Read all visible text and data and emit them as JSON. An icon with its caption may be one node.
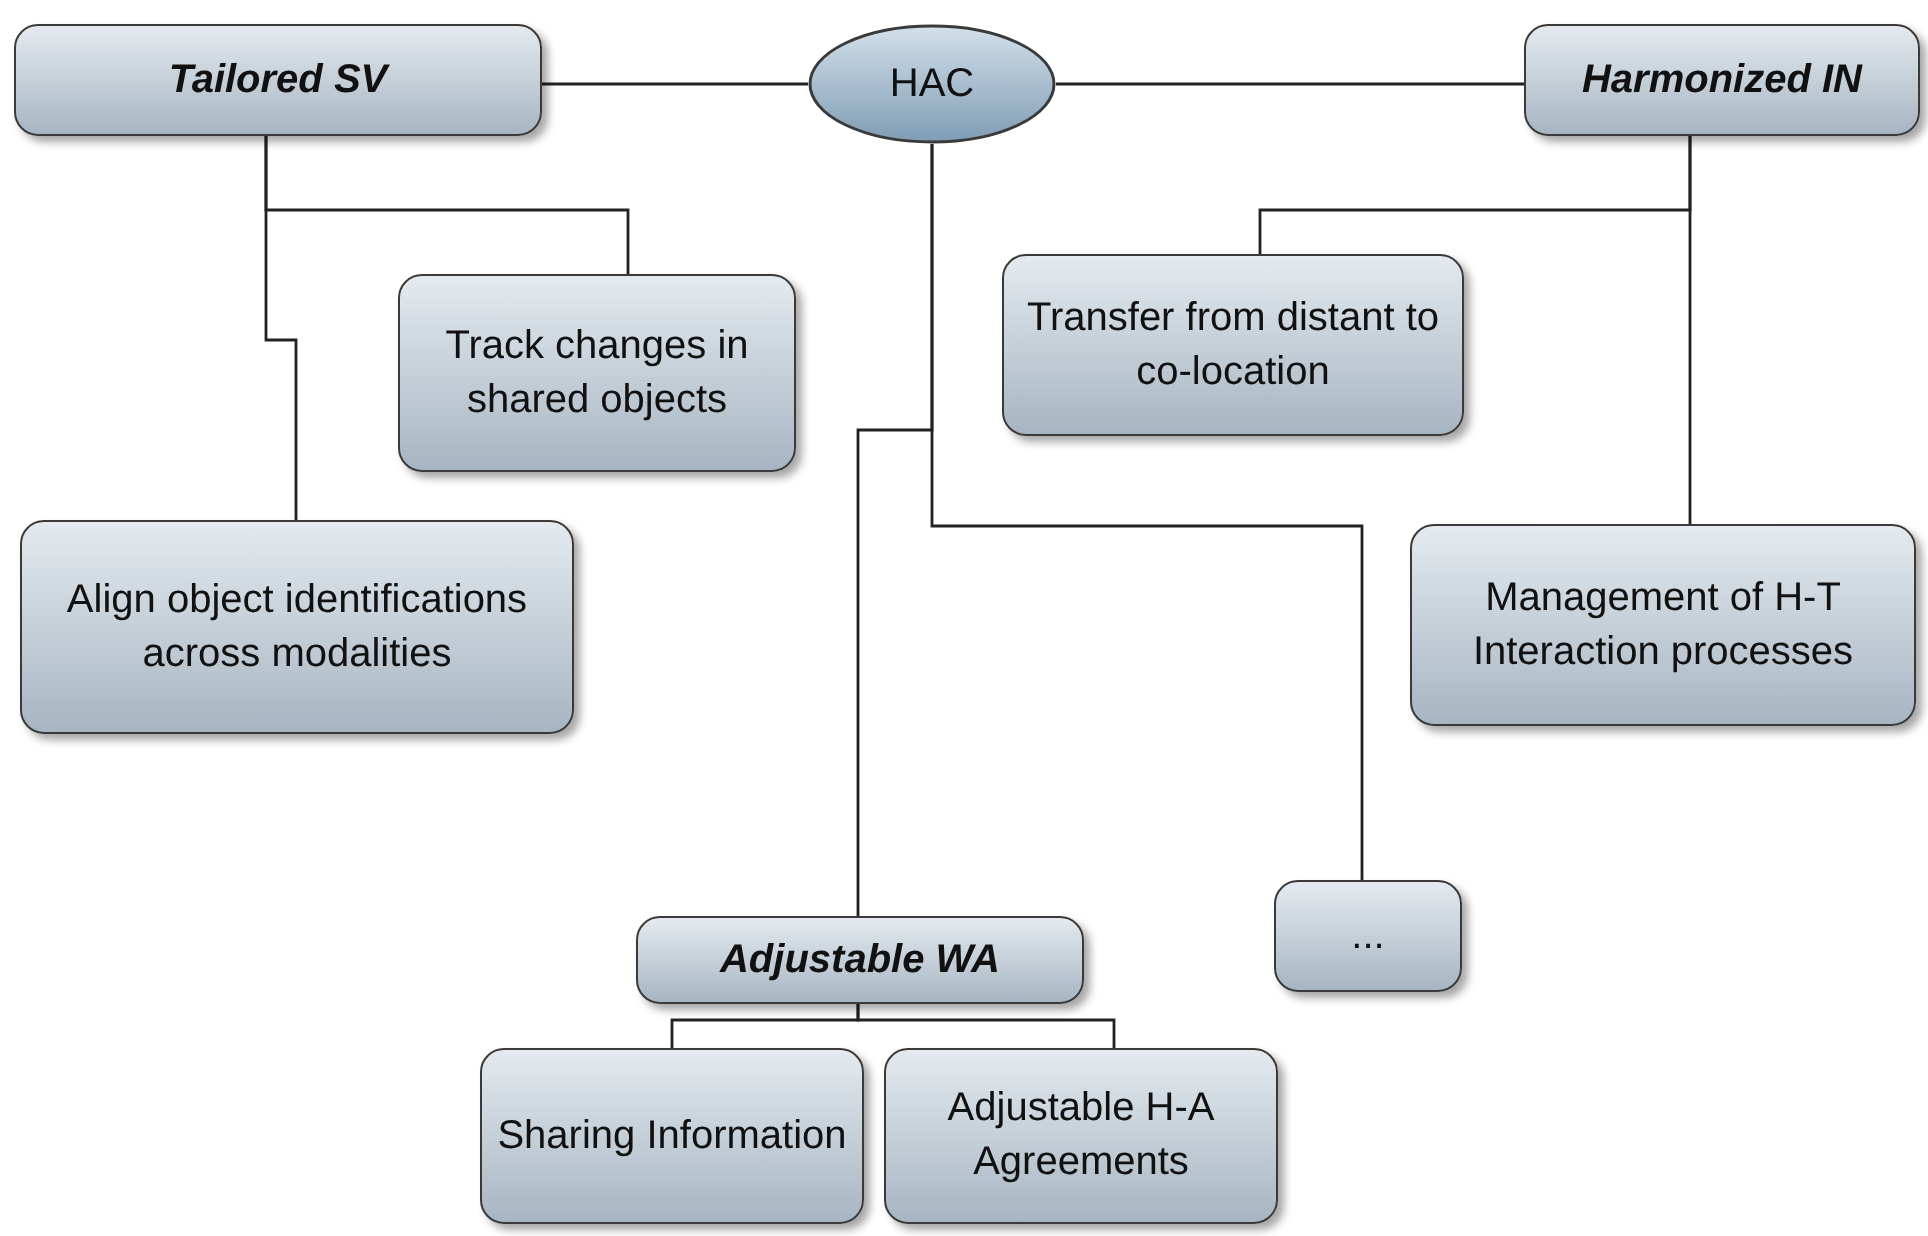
{
  "diagram": {
    "nodes": [
      {
        "text": [
          "Tailored SV"
        ]
      },
      {
        "text": [
          "HAC"
        ]
      },
      {
        "text": [
          "Harmonized IN"
        ]
      },
      {
        "text": [
          "Track changes in shared objects"
        ]
      },
      {
        "text": [
          "Transfer from distant to co-location"
        ]
      },
      {
        "text": [
          "Align object identifications across modalities"
        ]
      },
      {
        "text": [
          "Management of H-T Interaction processes"
        ]
      },
      {
        "text": [
          "Adjustable WA"
        ]
      },
      {
        "text": [
          "..."
        ]
      },
      {
        "text": [
          "Sharing Information"
        ]
      },
      {
        "text": [
          "Adjustable H-A Agreements"
        ]
      }
    ],
    "edges": [
      {
        "from": 0,
        "to": 1,
        "arrow": "none"
      },
      {
        "from": 1,
        "to": 2,
        "arrow": "none"
      },
      {
        "from": 0,
        "to": 3,
        "arrow": "none"
      },
      {
        "from": 0,
        "to": 5,
        "arrow": "none"
      },
      {
        "from": 2,
        "to": 4,
        "arrow": "none"
      },
      {
        "from": 2,
        "to": 6,
        "arrow": "none"
      },
      {
        "from": 1,
        "to": 7,
        "arrow": "none"
      },
      {
        "from": 1,
        "to": 8,
        "arrow": "none"
      },
      {
        "from": 7,
        "to": 9,
        "arrow": "none"
      },
      {
        "from": 7,
        "to": 10,
        "arrow": "none"
      }
    ]
  }
}
